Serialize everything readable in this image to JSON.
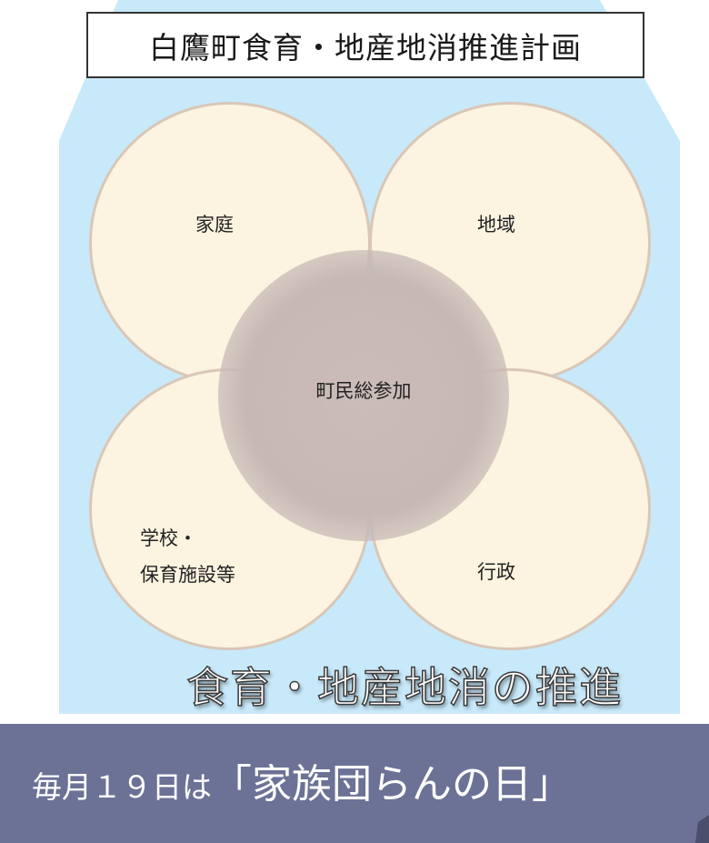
{
  "diagram": {
    "title": "白鷹町食育・地産地消推進計画",
    "center": "町民総参加",
    "nodes": [
      {
        "label": "家庭"
      },
      {
        "label": "地域"
      },
      {
        "label": "学校・\n保育施設等"
      },
      {
        "label": "行政"
      }
    ],
    "slogan": "食育・地産地消の推進"
  },
  "banner": {
    "prefix": "毎月１９日は",
    "main": "「家族団らんの日」"
  },
  "colors": {
    "house_bg": "#c8e9fa",
    "circle_fill": "#fcf3e0",
    "circle_border": "#d9c7b8",
    "center_fill": "#c6b8b5",
    "banner_bg": "#6b7296"
  }
}
